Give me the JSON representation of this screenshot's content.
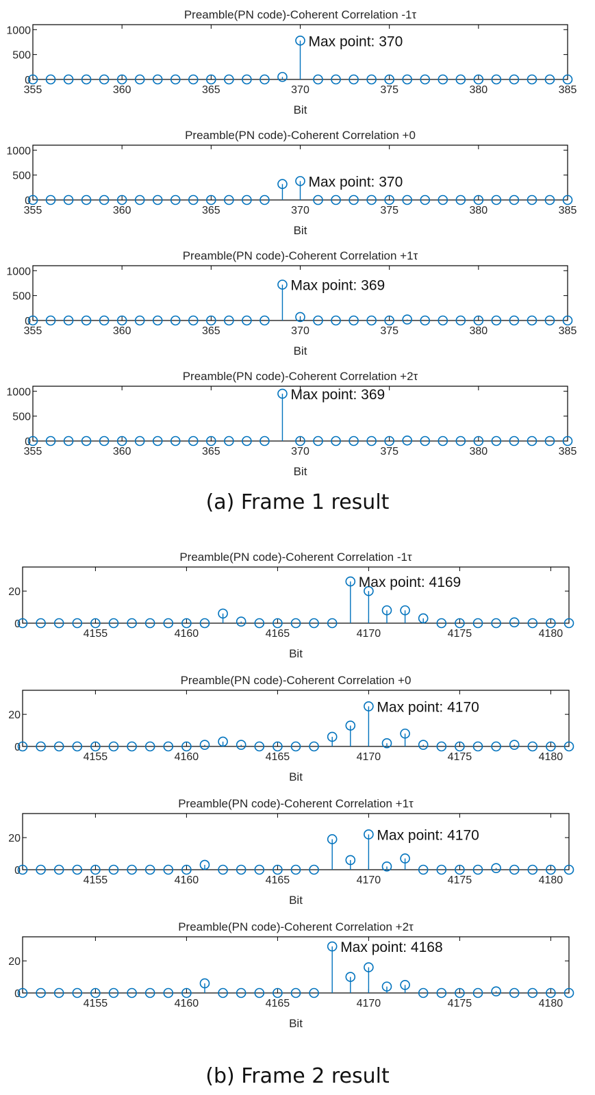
{
  "colors": {
    "stem": "#0072BD",
    "axis": "#000000",
    "text": "#262626"
  },
  "captions": {
    "frame1": "(a) Frame 1 result",
    "frame2": "(b) Frame 2 result"
  },
  "chart_data": [
    {
      "type": "stem",
      "title": "Preamble(PN code)-Coherent Correlation -1τ",
      "xlabel": "Bit",
      "xlim": [
        355,
        385
      ],
      "ylim": [
        0,
        1100
      ],
      "xticks": [
        355,
        360,
        365,
        370,
        375,
        380,
        385
      ],
      "yticks": [
        0,
        500,
        1000
      ],
      "x": [
        355,
        356,
        357,
        358,
        359,
        360,
        361,
        362,
        363,
        364,
        365,
        366,
        367,
        368,
        369,
        370,
        371,
        372,
        373,
        374,
        375,
        376,
        377,
        378,
        379,
        380,
        381,
        382,
        383,
        384,
        385
      ],
      "y": [
        0,
        0,
        0,
        0,
        0,
        0,
        0,
        0,
        0,
        0,
        0,
        0,
        0,
        0,
        50,
        780,
        0,
        0,
        0,
        0,
        0,
        0,
        0,
        0,
        0,
        0,
        0,
        0,
        0,
        0,
        0
      ],
      "annotation": {
        "text": "Max point: 370",
        "x": 370
      }
    },
    {
      "type": "stem",
      "title": "Preamble(PN code)-Coherent Correlation +0",
      "xlabel": "Bit",
      "xlim": [
        355,
        385
      ],
      "ylim": [
        0,
        1100
      ],
      "xticks": [
        355,
        360,
        365,
        370,
        375,
        380,
        385
      ],
      "yticks": [
        0,
        500,
        1000
      ],
      "x": [
        355,
        356,
        357,
        358,
        359,
        360,
        361,
        362,
        363,
        364,
        365,
        366,
        367,
        368,
        369,
        370,
        371,
        372,
        373,
        374,
        375,
        376,
        377,
        378,
        379,
        380,
        381,
        382,
        383,
        384,
        385
      ],
      "y": [
        0,
        0,
        0,
        0,
        0,
        0,
        0,
        0,
        0,
        0,
        0,
        0,
        0,
        0,
        320,
        380,
        0,
        0,
        0,
        0,
        0,
        0,
        0,
        0,
        0,
        0,
        0,
        0,
        0,
        0,
        0
      ],
      "annotation": {
        "text": "Max point: 370",
        "x": 370
      }
    },
    {
      "type": "stem",
      "title": "Preamble(PN code)-Coherent Correlation +1τ",
      "xlabel": "Bit",
      "xlim": [
        355,
        385
      ],
      "ylim": [
        0,
        1100
      ],
      "xticks": [
        355,
        360,
        365,
        370,
        375,
        380,
        385
      ],
      "yticks": [
        0,
        500,
        1000
      ],
      "x": [
        355,
        356,
        357,
        358,
        359,
        360,
        361,
        362,
        363,
        364,
        365,
        366,
        367,
        368,
        369,
        370,
        371,
        372,
        373,
        374,
        375,
        376,
        377,
        378,
        379,
        380,
        381,
        382,
        383,
        384,
        385
      ],
      "y": [
        0,
        0,
        0,
        0,
        0,
        0,
        0,
        0,
        0,
        0,
        0,
        0,
        0,
        0,
        720,
        70,
        0,
        0,
        0,
        0,
        0,
        20,
        0,
        0,
        0,
        0,
        0,
        0,
        0,
        0,
        0
      ],
      "annotation": {
        "text": "Max point: 369",
        "x": 369
      }
    },
    {
      "type": "stem",
      "title": "Preamble(PN code)-Coherent Correlation +2τ",
      "xlabel": "Bit",
      "xlim": [
        355,
        385
      ],
      "ylim": [
        0,
        1100
      ],
      "xticks": [
        355,
        360,
        365,
        370,
        375,
        380,
        385
      ],
      "yticks": [
        0,
        500,
        1000
      ],
      "x": [
        355,
        356,
        357,
        358,
        359,
        360,
        361,
        362,
        363,
        364,
        365,
        366,
        367,
        368,
        369,
        370,
        371,
        372,
        373,
        374,
        375,
        376,
        377,
        378,
        379,
        380,
        381,
        382,
        383,
        384,
        385
      ],
      "y": [
        0,
        0,
        0,
        0,
        0,
        0,
        0,
        0,
        0,
        0,
        0,
        0,
        0,
        0,
        950,
        0,
        0,
        0,
        0,
        0,
        0,
        10,
        0,
        0,
        0,
        0,
        0,
        0,
        0,
        0,
        0
      ],
      "annotation": {
        "text": "Max point: 369",
        "x": 369
      }
    },
    {
      "type": "stem",
      "title": "Preamble(PN code)-Coherent Correlation -1τ",
      "xlabel": "Bit",
      "xlim": [
        4151,
        4181
      ],
      "ylim": [
        0,
        35
      ],
      "xticks": [
        4155,
        4160,
        4165,
        4170,
        4175,
        4180
      ],
      "yticks": [
        0,
        20
      ],
      "x": [
        4151,
        4152,
        4153,
        4154,
        4155,
        4156,
        4157,
        4158,
        4159,
        4160,
        4161,
        4162,
        4163,
        4164,
        4165,
        4166,
        4167,
        4168,
        4169,
        4170,
        4171,
        4172,
        4173,
        4174,
        4175,
        4176,
        4177,
        4178,
        4179,
        4180,
        4181
      ],
      "y": [
        0,
        0,
        0,
        0,
        0,
        0,
        0,
        0,
        0,
        0,
        0,
        6,
        1,
        0,
        0,
        0,
        0,
        0,
        26,
        20,
        8,
        8,
        3,
        0,
        0,
        0,
        0,
        0.5,
        0,
        0,
        0
      ],
      "annotation": {
        "text": "Max point: 4169",
        "x": 4169
      }
    },
    {
      "type": "stem",
      "title": "Preamble(PN code)-Coherent Correlation +0",
      "xlabel": "Bit",
      "xlim": [
        4151,
        4181
      ],
      "ylim": [
        0,
        35
      ],
      "xticks": [
        4155,
        4160,
        4165,
        4170,
        4175,
        4180
      ],
      "yticks": [
        0,
        20
      ],
      "x": [
        4151,
        4152,
        4153,
        4154,
        4155,
        4156,
        4157,
        4158,
        4159,
        4160,
        4161,
        4162,
        4163,
        4164,
        4165,
        4166,
        4167,
        4168,
        4169,
        4170,
        4171,
        4172,
        4173,
        4174,
        4175,
        4176,
        4177,
        4178,
        4179,
        4180,
        4181
      ],
      "y": [
        0,
        0,
        0,
        0,
        0,
        0,
        0,
        0,
        0,
        0,
        1,
        3,
        1,
        0,
        0,
        0,
        0,
        6,
        13,
        25,
        2,
        8,
        1,
        0,
        0,
        0,
        0,
        1,
        0,
        0,
        0
      ],
      "annotation": {
        "text": "Max point: 4170",
        "x": 4170
      }
    },
    {
      "type": "stem",
      "title": "Preamble(PN code)-Coherent Correlation +1τ",
      "xlabel": "Bit",
      "xlim": [
        4151,
        4181
      ],
      "ylim": [
        0,
        35
      ],
      "xticks": [
        4155,
        4160,
        4165,
        4170,
        4175,
        4180
      ],
      "yticks": [
        0,
        20
      ],
      "x": [
        4151,
        4152,
        4153,
        4154,
        4155,
        4156,
        4157,
        4158,
        4159,
        4160,
        4161,
        4162,
        4163,
        4164,
        4165,
        4166,
        4167,
        4168,
        4169,
        4170,
        4171,
        4172,
        4173,
        4174,
        4175,
        4176,
        4177,
        4178,
        4179,
        4180,
        4181
      ],
      "y": [
        0,
        0,
        0,
        0,
        0,
        0,
        0,
        0,
        0,
        0,
        3,
        0,
        0,
        0,
        0,
        0,
        0,
        19,
        6,
        22,
        2,
        7,
        0,
        0,
        0,
        0,
        1,
        0,
        0,
        0,
        0
      ],
      "annotation": {
        "text": "Max point: 4170",
        "x": 4170
      }
    },
    {
      "type": "stem",
      "title": "Preamble(PN code)-Coherent Correlation +2τ",
      "xlabel": "Bit",
      "xlim": [
        4151,
        4181
      ],
      "ylim": [
        0,
        35
      ],
      "xticks": [
        4155,
        4160,
        4165,
        4170,
        4175,
        4180
      ],
      "yticks": [
        0,
        20
      ],
      "x": [
        4151,
        4152,
        4153,
        4154,
        4155,
        4156,
        4157,
        4158,
        4159,
        4160,
        4161,
        4162,
        4163,
        4164,
        4165,
        4166,
        4167,
        4168,
        4169,
        4170,
        4171,
        4172,
        4173,
        4174,
        4175,
        4176,
        4177,
        4178,
        4179,
        4180,
        4181
      ],
      "y": [
        0,
        0,
        0,
        0,
        0,
        0,
        0,
        0,
        0,
        0,
        6,
        0,
        0,
        0,
        0,
        0,
        0,
        29,
        10,
        16,
        4,
        5,
        0,
        0,
        0,
        0,
        1,
        0,
        0,
        0,
        0
      ],
      "annotation": {
        "text": "Max point: 4168",
        "x": 4168
      }
    }
  ]
}
